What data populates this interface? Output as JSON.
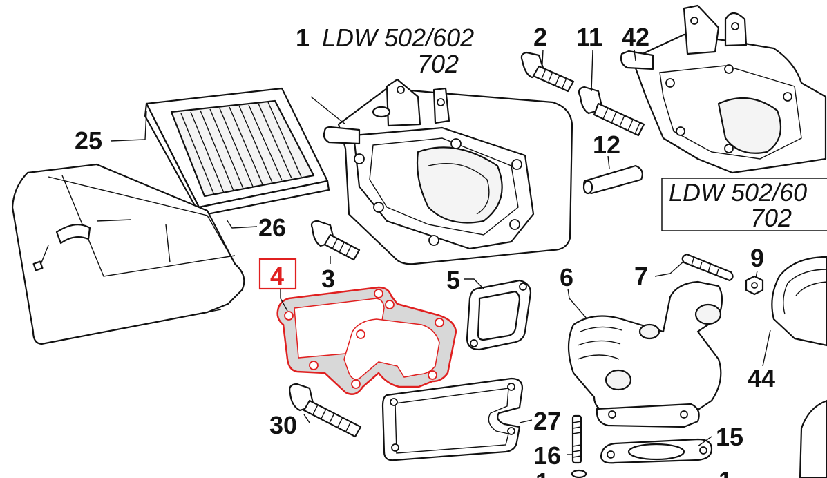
{
  "models": {
    "top_line1": "LDW 502/602",
    "top_line2": "702",
    "right_line1": "LDW 502/60",
    "right_line2": "702"
  },
  "highlight_color": "#e02020",
  "highlighted_part": "4",
  "callouts": {
    "p1": "1",
    "p2": "2",
    "p11": "11",
    "p42": "42",
    "p25": "25",
    "p12": "12",
    "p26": "26",
    "p3": "3",
    "p4": "4",
    "p5": "5",
    "p6": "6",
    "p7": "7",
    "p9": "9",
    "p44": "44",
    "p30": "30",
    "p27": "27",
    "p15": "15",
    "p16": "16"
  }
}
